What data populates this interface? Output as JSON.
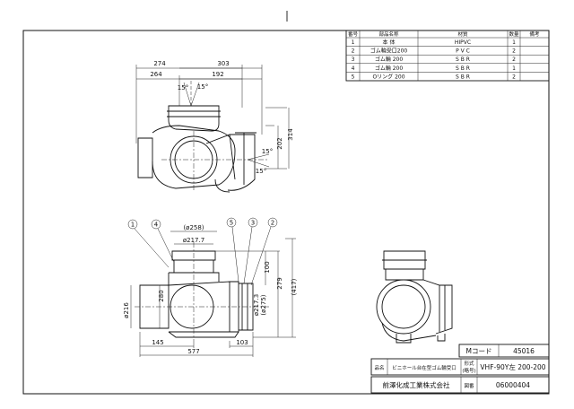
{
  "parts_table": {
    "headers": [
      "番号",
      "部品名称",
      "材質",
      "数量",
      "備考"
    ],
    "rows": [
      {
        "no": "1",
        "name": "本 体",
        "material": "HIPVC",
        "qty": "1"
      },
      {
        "no": "2",
        "name": "ゴム輪受口200",
        "material": "P V C",
        "qty": "2"
      },
      {
        "no": "3",
        "name": "ゴム輪 200",
        "material": "S B R",
        "qty": "2"
      },
      {
        "no": "4",
        "name": "ゴム輪 200",
        "material": "S B R",
        "qty": "1"
      },
      {
        "no": "5",
        "name": "Oリング 200",
        "material": "S B R",
        "qty": "2"
      }
    ]
  },
  "top_view": {
    "dim_274": "274",
    "dim_303": "303",
    "dim_264": "264",
    "dim_192": "192",
    "dim_15a": "15°",
    "dim_15b": "15°",
    "dim_15c": "15°",
    "dim_15d": "15°",
    "dim_202": "202",
    "dim_314": "314"
  },
  "front_view": {
    "callouts": [
      "1",
      "4",
      "5",
      "3",
      "2"
    ],
    "dim_258": "(ø258)",
    "dim_2177_top": "ø217.7",
    "dim_100": "100",
    "dim_279": "279",
    "dim_417": "(417)",
    "dim_280": "280",
    "dim_216": "ø216",
    "dim_2173_side": "ø217.3",
    "dim_275": "(ø275)",
    "dim_145": "145",
    "dim_103": "103",
    "dim_577": "577"
  },
  "title_block": {
    "code_label": "Mコード",
    "code_value": "45016",
    "name_label": "品名",
    "name_value": "ビニホール台在型ゴム輪受口",
    "model_label_1": "形式",
    "model_label_2": "(略号)",
    "model_value": "VHF-90Y左 200-200",
    "company": "前澤化成工業株式会社",
    "drawing_label": "図番",
    "drawing_value": "06000404"
  }
}
